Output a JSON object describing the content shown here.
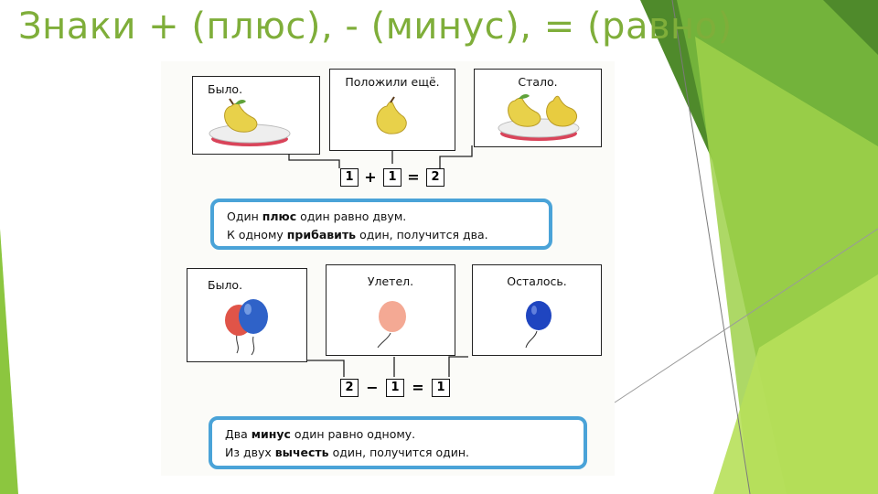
{
  "title": "Знаки + (плюс), - (минус), = (равно)",
  "addition": {
    "panel_before": "Было.",
    "panel_added": "Положили ещё.",
    "panel_result": "Стало.",
    "operand_a": "1",
    "operator": "+",
    "operand_b": "1",
    "equals": "=",
    "result": "2",
    "sentence_1_parts": [
      "Один ",
      "плюс",
      " один равно двум."
    ],
    "sentence_2_parts": [
      "К одному ",
      "прибавить",
      " один, получится два."
    ]
  },
  "subtraction": {
    "panel_before": "Было.",
    "panel_removed": "Улетел.",
    "panel_result": "Осталось.",
    "operand_a": "2",
    "operator": "−",
    "operand_b": "1",
    "equals": "=",
    "result": "1",
    "sentence_1_parts": [
      "Два ",
      "минус",
      " один равно одному."
    ],
    "sentence_2_parts": [
      "Из двух ",
      "вычесть",
      " один, получится один."
    ]
  },
  "colors": {
    "title": "#7fae3a",
    "accent_green": "#8cc63f",
    "sentence_border": "#4aa3d8"
  }
}
